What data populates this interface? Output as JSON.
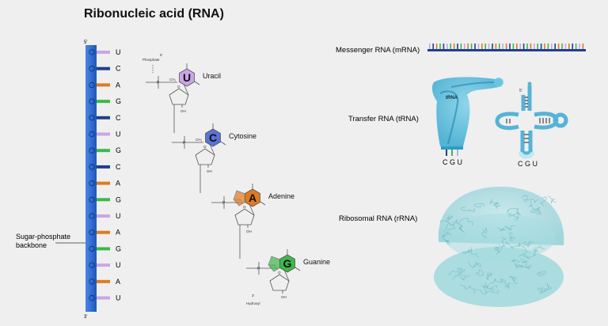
{
  "title": "Ribonucleic acid (RNA)",
  "strand": {
    "end_top": "5'",
    "end_bottom": "3'",
    "backbone_label_line1": "Sugar-phosphate",
    "backbone_label_line2": "backbone",
    "bases": [
      "U",
      "C",
      "A",
      "G",
      "C",
      "U",
      "G",
      "C",
      "A",
      "G",
      "U",
      "A",
      "G",
      "U",
      "A",
      "U"
    ]
  },
  "base_colors": {
    "U": "#c9a6e8",
    "C": "#1f3f8f",
    "A": "#e07a22",
    "G": "#3db84a"
  },
  "backbone_color": "#2f6fd6",
  "structure": {
    "top_label_prime": "5'",
    "top_label_name": "Phosphate",
    "bottom_label_prime": "3'",
    "bottom_label_name": "Hydroxyl",
    "oh_label": "OH",
    "ring_o": "O",
    "p_label": "P",
    "ch2_label": "CH₂",
    "nucleotides": [
      {
        "letter": "U",
        "name": "Uracil",
        "color": "#c9a6e8"
      },
      {
        "letter": "C",
        "name": "Cytosine",
        "color": "#5a73d6"
      },
      {
        "letter": "A",
        "name": "Adenine",
        "color": "#e07a22"
      },
      {
        "letter": "G",
        "name": "Guanine",
        "color": "#3db84a"
      }
    ]
  },
  "mrna": {
    "label": "Messenger RNA (mRNA)"
  },
  "trna": {
    "label": "Transfer RNA (tRNA)",
    "model_label": "tRNA",
    "anticodon1": "C G U",
    "anticodon2": "C G U",
    "prime": "5'"
  },
  "rrna": {
    "label": "Ribosomal RNA (rRNA)"
  }
}
